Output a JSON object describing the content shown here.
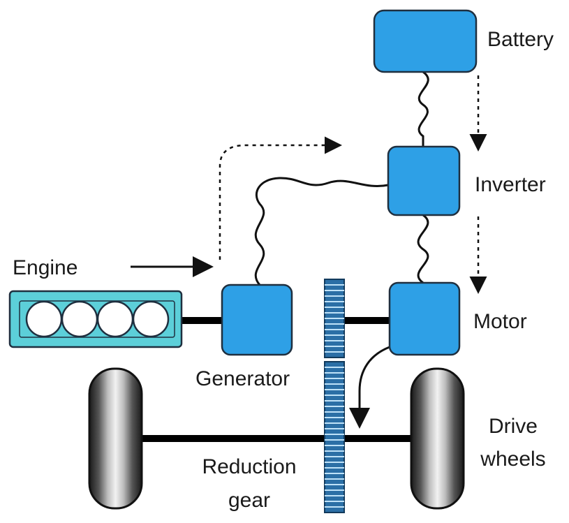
{
  "labels": {
    "battery": "Battery",
    "inverter": "Inverter",
    "engine": "Engine",
    "motor": "Motor",
    "generator": "Generator",
    "drive_line1": "Drive",
    "drive_line2": "wheels",
    "reduction_line1": "Reduction",
    "reduction_line2": "gear"
  },
  "colors": {
    "component_blue": "#2ea0e6",
    "engine_cyan": "#5ccfd9",
    "gear_blue": "#2b6fa6"
  }
}
